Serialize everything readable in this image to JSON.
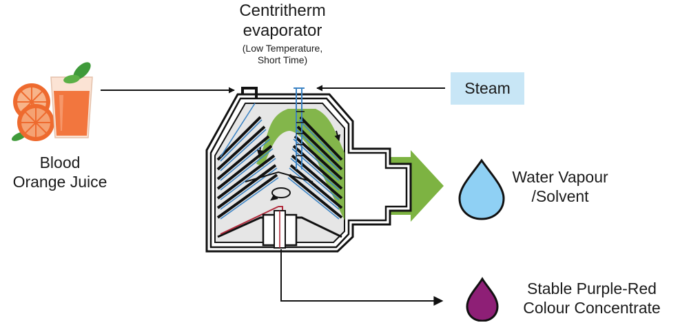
{
  "title": {
    "line1": "Centritherm",
    "line2": "evaporator"
  },
  "subtitle": {
    "line1": "(Low Temperature,",
    "line2": "Short Time)"
  },
  "input": {
    "line1": "Blood",
    "line2": "Orange Juice"
  },
  "steam": {
    "label": "Steam"
  },
  "vapour_output": {
    "line1": "Water Vapour",
    "line2": "/Solvent"
  },
  "concentrate_output": {
    "line1": "Stable Purple-Red",
    "line2": "Colour Concentrate"
  },
  "colors": {
    "steam_box": "#c8e6f6",
    "vapour_drop": "#8fd0f4",
    "concentrate_drop": "#8e1f76",
    "vapour_flow": "#7db342",
    "steam_channel": "#3b83c4",
    "product_channel": "#b0283a",
    "juice": "#f2763e",
    "orange": "#ee6a2e",
    "leaf": "#3f9a3a"
  }
}
